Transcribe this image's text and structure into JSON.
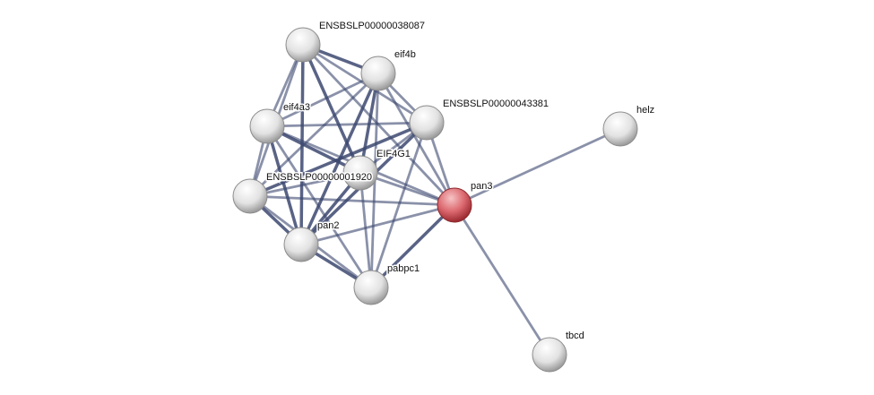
{
  "network": {
    "query_color": "#d9535a",
    "node_color": "#e4e4e4",
    "edge_color": "#3c4870",
    "nodes": [
      {
        "id": "n38087",
        "label": "ENSBSLP00000038087"
      },
      {
        "id": "eif4b",
        "label": "eif4b"
      },
      {
        "id": "eif4a3",
        "label": "eif4a3"
      },
      {
        "id": "n43381",
        "label": "ENSBSLP00000043381"
      },
      {
        "id": "helz",
        "label": "helz"
      },
      {
        "id": "eif4g1",
        "label": "EIF4G1"
      },
      {
        "id": "n1920",
        "label": "ENSBSLP00000001920"
      },
      {
        "id": "pan3",
        "label": "pan3",
        "query": true
      },
      {
        "id": "pan2",
        "label": "pan2"
      },
      {
        "id": "pabpc1",
        "label": "pabpc1"
      },
      {
        "id": "tbcd",
        "label": "tbcd"
      }
    ],
    "edges": [
      [
        "n38087",
        "eif4b"
      ],
      [
        "n38087",
        "eif4a3"
      ],
      [
        "n38087",
        "n43381"
      ],
      [
        "n38087",
        "eif4g1"
      ],
      [
        "n38087",
        "n1920"
      ],
      [
        "n38087",
        "pan3"
      ],
      [
        "n38087",
        "pan2"
      ],
      [
        "eif4b",
        "eif4a3"
      ],
      [
        "eif4b",
        "n43381"
      ],
      [
        "eif4b",
        "eif4g1"
      ],
      [
        "eif4b",
        "n1920"
      ],
      [
        "eif4b",
        "pan3"
      ],
      [
        "eif4b",
        "pan2"
      ],
      [
        "eif4b",
        "pabpc1"
      ],
      [
        "eif4a3",
        "n43381"
      ],
      [
        "eif4a3",
        "eif4g1"
      ],
      [
        "eif4a3",
        "n1920"
      ],
      [
        "eif4a3",
        "pan3"
      ],
      [
        "eif4a3",
        "pan2"
      ],
      [
        "eif4a3",
        "pabpc1"
      ],
      [
        "n43381",
        "eif4g1"
      ],
      [
        "n43381",
        "n1920"
      ],
      [
        "n43381",
        "pan3"
      ],
      [
        "n43381",
        "pabpc1"
      ],
      [
        "n43381",
        "pan2"
      ],
      [
        "eif4g1",
        "n1920"
      ],
      [
        "eif4g1",
        "pan3"
      ],
      [
        "eif4g1",
        "pan2"
      ],
      [
        "eif4g1",
        "pabpc1"
      ],
      [
        "n1920",
        "pan3"
      ],
      [
        "n1920",
        "pan2"
      ],
      [
        "n1920",
        "pabpc1"
      ],
      [
        "pan3",
        "pan2"
      ],
      [
        "pan3",
        "pabpc1"
      ],
      [
        "pan3",
        "helz"
      ],
      [
        "pan3",
        "tbcd"
      ],
      [
        "pan2",
        "pabpc1"
      ]
    ]
  }
}
